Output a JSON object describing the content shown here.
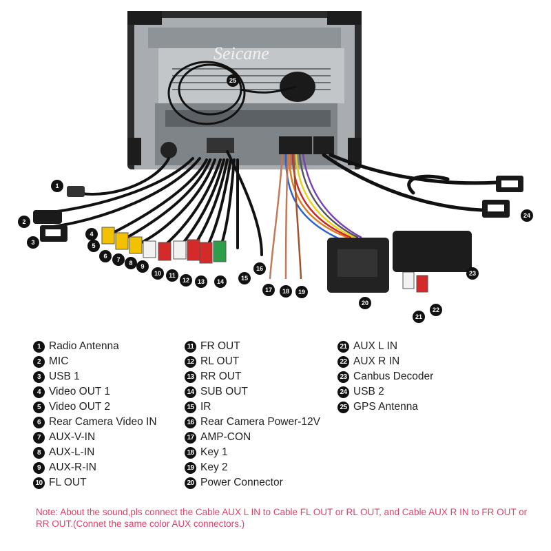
{
  "brand_watermark": "Seicane",
  "legend": {
    "col1": [
      {
        "num": "1",
        "label": "Radio Antenna"
      },
      {
        "num": "2",
        "label": "MIC"
      },
      {
        "num": "3",
        "label": "USB 1"
      },
      {
        "num": "4",
        "label": "Video OUT 1"
      },
      {
        "num": "5",
        "label": "Video OUT 2"
      },
      {
        "num": "6",
        "label": "Rear Camera Video IN"
      },
      {
        "num": "7",
        "label": "AUX-V-IN"
      },
      {
        "num": "8",
        "label": "AUX-L-IN"
      },
      {
        "num": "9",
        "label": "AUX-R-IN"
      },
      {
        "num": "10",
        "label": "FL OUT"
      }
    ],
    "col2": [
      {
        "num": "11",
        "label": "FR OUT"
      },
      {
        "num": "12",
        "label": "RL OUT"
      },
      {
        "num": "13",
        "label": "RR OUT"
      },
      {
        "num": "14",
        "label": "SUB OUT"
      },
      {
        "num": "15",
        "label": "IR"
      },
      {
        "num": "16",
        "label": "Rear Camera Power-12V"
      },
      {
        "num": "17",
        "label": "AMP-CON"
      },
      {
        "num": "18",
        "label": "Key 1"
      },
      {
        "num": "19",
        "label": "Key 2"
      },
      {
        "num": "20",
        "label": "Power Connector"
      }
    ],
    "col3": [
      {
        "num": "21",
        "label": "AUX L IN"
      },
      {
        "num": "22",
        "label": "AUX R IN"
      },
      {
        "num": "23",
        "label": "Canbus Decoder"
      },
      {
        "num": "24",
        "label": "USB 2"
      },
      {
        "num": "25",
        "label": "GPS Antenna"
      }
    ]
  },
  "note": "Note: About the sound,pls connect the Cable AUX L IN to Cable FL OUT or RL OUT, and Cable AUX R IN to FR OUT or RR OUT.(Connet the same color AUX connectors.)",
  "colors": {
    "note_text": "#e0416a",
    "badge_bg": "#111111",
    "rca_yellow": "#f2c200",
    "rca_white": "#f2f2f2",
    "rca_red": "#d42a2a",
    "rca_green": "#2e9e4a",
    "unit_metal": "#a9adb2",
    "unit_dark": "#2b2b2b"
  }
}
